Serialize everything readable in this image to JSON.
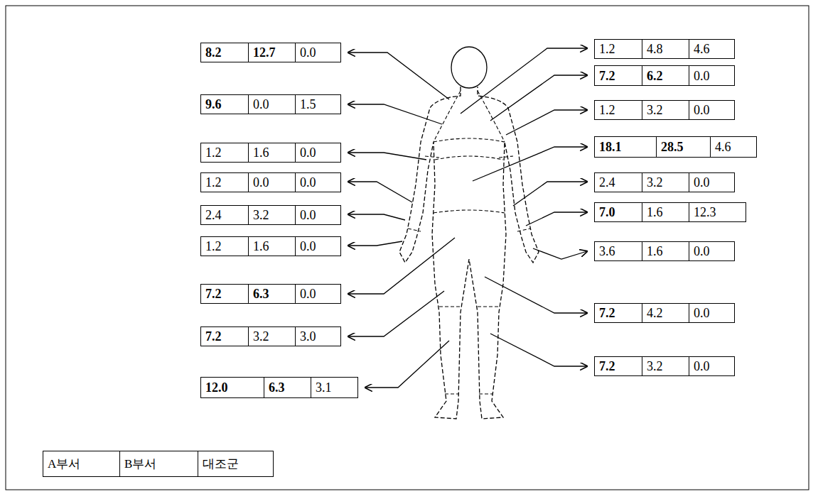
{
  "diagram": {
    "nodes": [
      {
        "text": [
          "8.2",
          "12.7",
          "0.0"
        ]
      },
      {
        "text": [
          "9.6",
          "0.0",
          "1.5"
        ]
      },
      {
        "text": [
          "1.2",
          "1.6",
          "0.0"
        ]
      },
      {
        "text": [
          "1.2",
          "0.0",
          "0.0"
        ]
      },
      {
        "text": [
          "2.4",
          "3.2",
          "0.0"
        ]
      },
      {
        "text": [
          "1.2",
          "1.6",
          "0.0"
        ]
      },
      {
        "text": [
          "7.2",
          "6.3",
          "0.0"
        ]
      },
      {
        "text": [
          "7.2",
          "3.2",
          "3.0"
        ]
      },
      {
        "text": [
          "12.0",
          "6.3",
          "3.1"
        ]
      },
      {
        "text": [
          "1.2",
          "4.8",
          "4.6"
        ]
      },
      {
        "text": [
          "7.2",
          "6.2",
          "0.0"
        ]
      },
      {
        "text": [
          "1.2",
          "3.2",
          "0.0"
        ]
      },
      {
        "text": [
          "18.1",
          "28.5",
          "4.6"
        ]
      },
      {
        "text": [
          "2.4",
          "3.2",
          "0.0"
        ]
      },
      {
        "text": [
          "7.0",
          "1.6",
          "12.3"
        ]
      },
      {
        "text": [
          "3.6",
          "1.6",
          "0.0"
        ]
      },
      {
        "text": [
          "7.2",
          "4.2",
          "0.0"
        ]
      },
      {
        "text": [
          "7.2",
          "3.2",
          "0.0"
        ]
      },
      {
        "text": [
          "A부서",
          "B부서",
          "대조군"
        ]
      }
    ]
  }
}
